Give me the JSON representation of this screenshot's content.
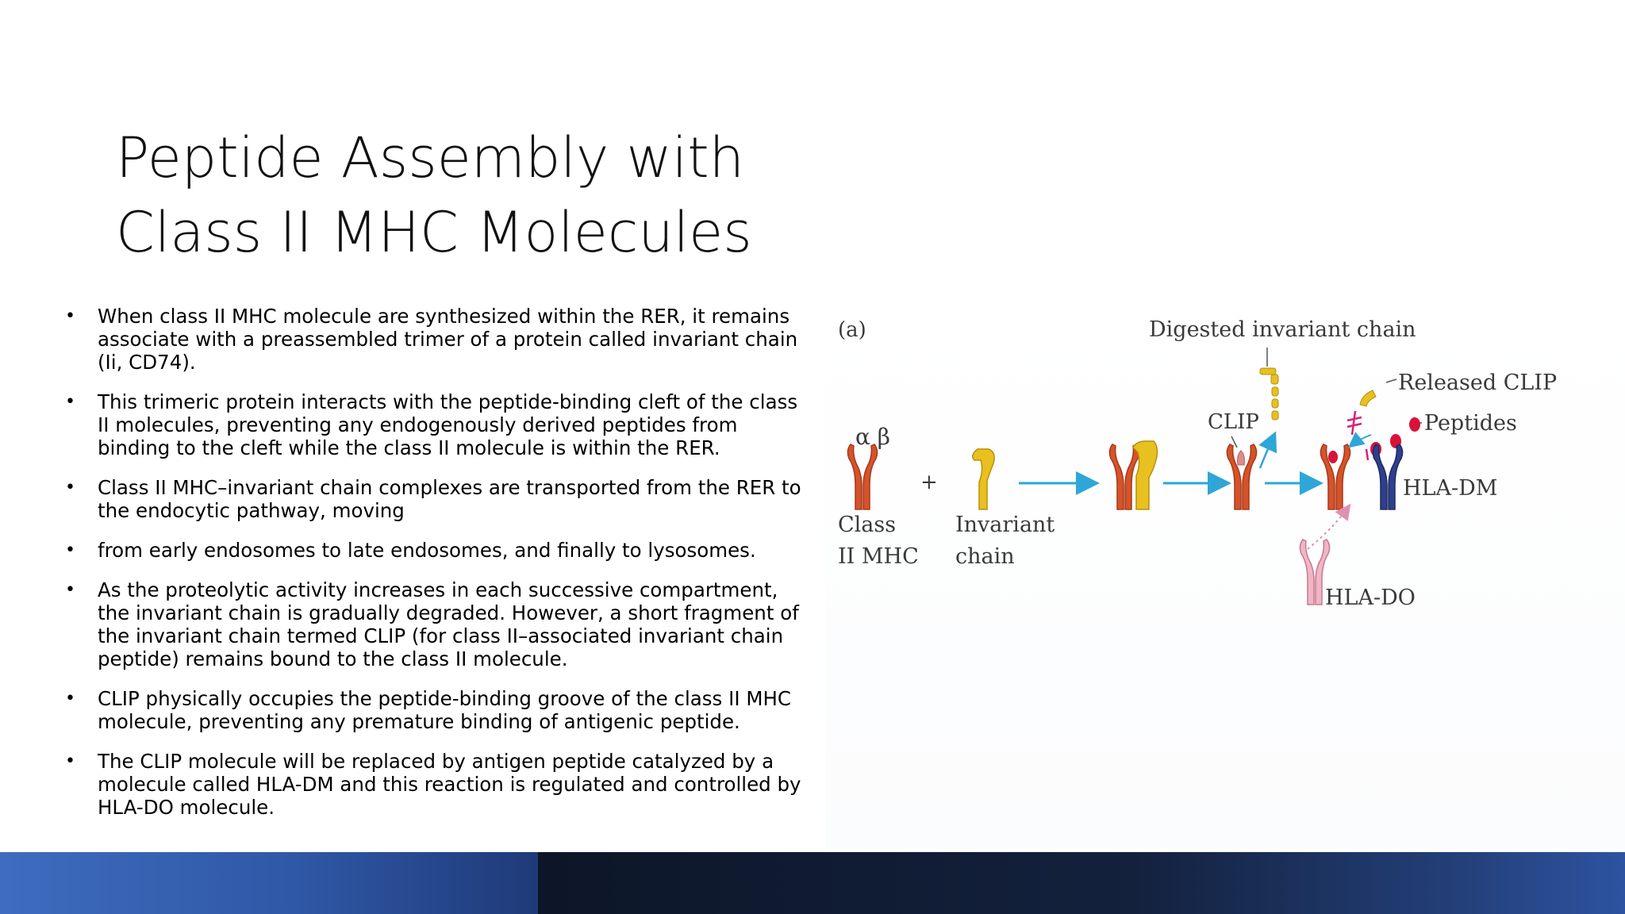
{
  "slide": {
    "title_lines": [
      "Peptide Assembly with",
      "Class II MHC Molecules"
    ],
    "bullet_char": "•",
    "bullets": [
      "When class II MHC molecule are synthesized within the RER, it remains associate with a preassembled trimer of a protein called invariant chain (Ii, CD74).",
      "This trimeric protein interacts with the peptide-binding cleft of the class II molecules, preventing any endogenously derived peptides from binding to the cleft while the class II molecule is within the RER.",
      "Class II MHC–invariant chain complexes are transported from the RER to the endocytic pathway, moving",
      "from early endosomes to late endosomes, and finally to lysosomes.",
      "As the proteolytic activity increases in each successive compartment, the invariant chain is gradually degraded. However, a short fragment of the invariant chain termed CLIP (for class II–associated invariant chain peptide) remains bound to the class II molecule.",
      "CLIP physically occupies the peptide-binding groove of the class II MHC molecule,  preventing any premature binding of antigenic peptide.",
      "The CLIP molecule will be replaced by antigen peptide catalyzed by a molecule called HLA-DM and this reaction is regulated and controlled by HLA-DO molecule."
    ]
  },
  "figure": {
    "panel_label": "(a)",
    "alpha_beta": "α β",
    "plus": "+",
    "class_mhc_line1": "Class",
    "class_mhc_line2": "II  MHC",
    "invariant_line1": "Invariant",
    "invariant_line2": "chain",
    "digested": "Digested invariant chain",
    "clip": "CLIP",
    "released_clip": "Released CLIP",
    "peptides": "Peptides",
    "hla_dm": "HLA-DM",
    "hla_do": "HLA-DO",
    "colors": {
      "mhc": "#d4532a",
      "mhc_dark": "#a8381a",
      "invariant": "#e8c020",
      "invariant_dark": "#b8900c",
      "arrow": "#2fa6d8",
      "clip": "#e08a8a",
      "peptide": "#d8123a",
      "hla_dm": "#2f3f8a",
      "hla_do": "#f0b6c6",
      "hla_do_stroke": "#c77890",
      "inhibit": "#d8207a",
      "text": "#3a3a3a"
    }
  },
  "footer": {
    "left_color": "#3f6cbf",
    "right_color": "#0d1628"
  }
}
